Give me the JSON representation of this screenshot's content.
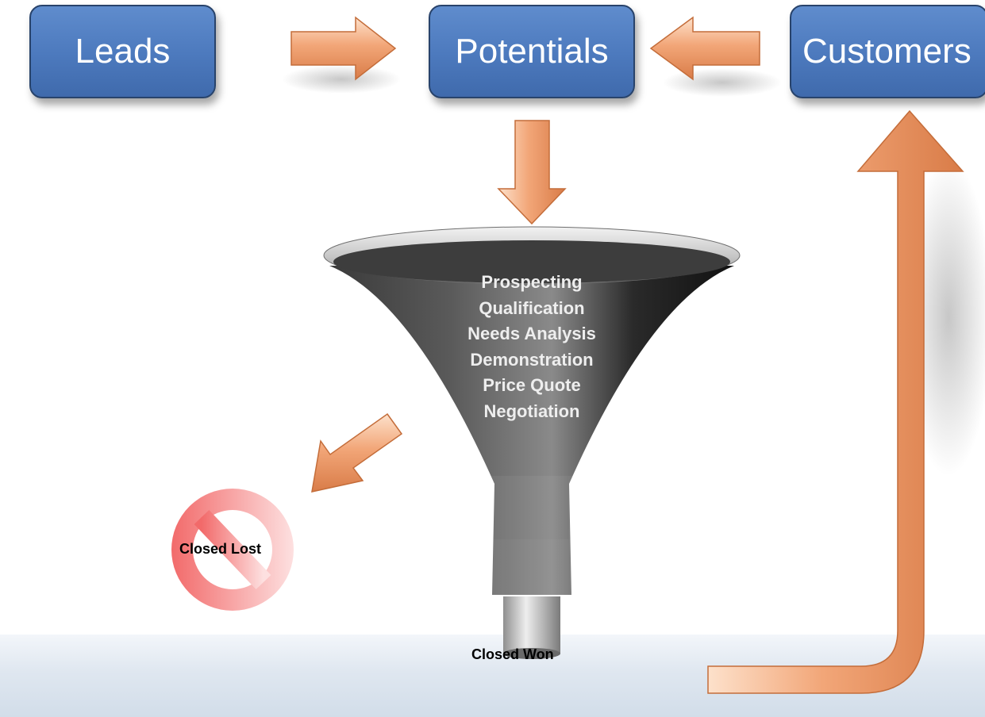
{
  "boxes": {
    "leads": "Leads",
    "potentials": "Potentials",
    "customers": "Customers"
  },
  "funnel": {
    "stages": [
      "Prospecting",
      "Qualification",
      "Needs Analysis",
      "Demonstration",
      "Price Quote",
      "Negotiation"
    ]
  },
  "outcomes": {
    "closed_lost": "Closed Lost",
    "closed_won": "Closed Won"
  },
  "colors": {
    "box_fill": "#4f7cc0",
    "box_border": "#28436b",
    "arrow_fill": "#f0a477",
    "lost_symbol": "#f07e7e",
    "funnel_body": "#2b2b2b"
  }
}
